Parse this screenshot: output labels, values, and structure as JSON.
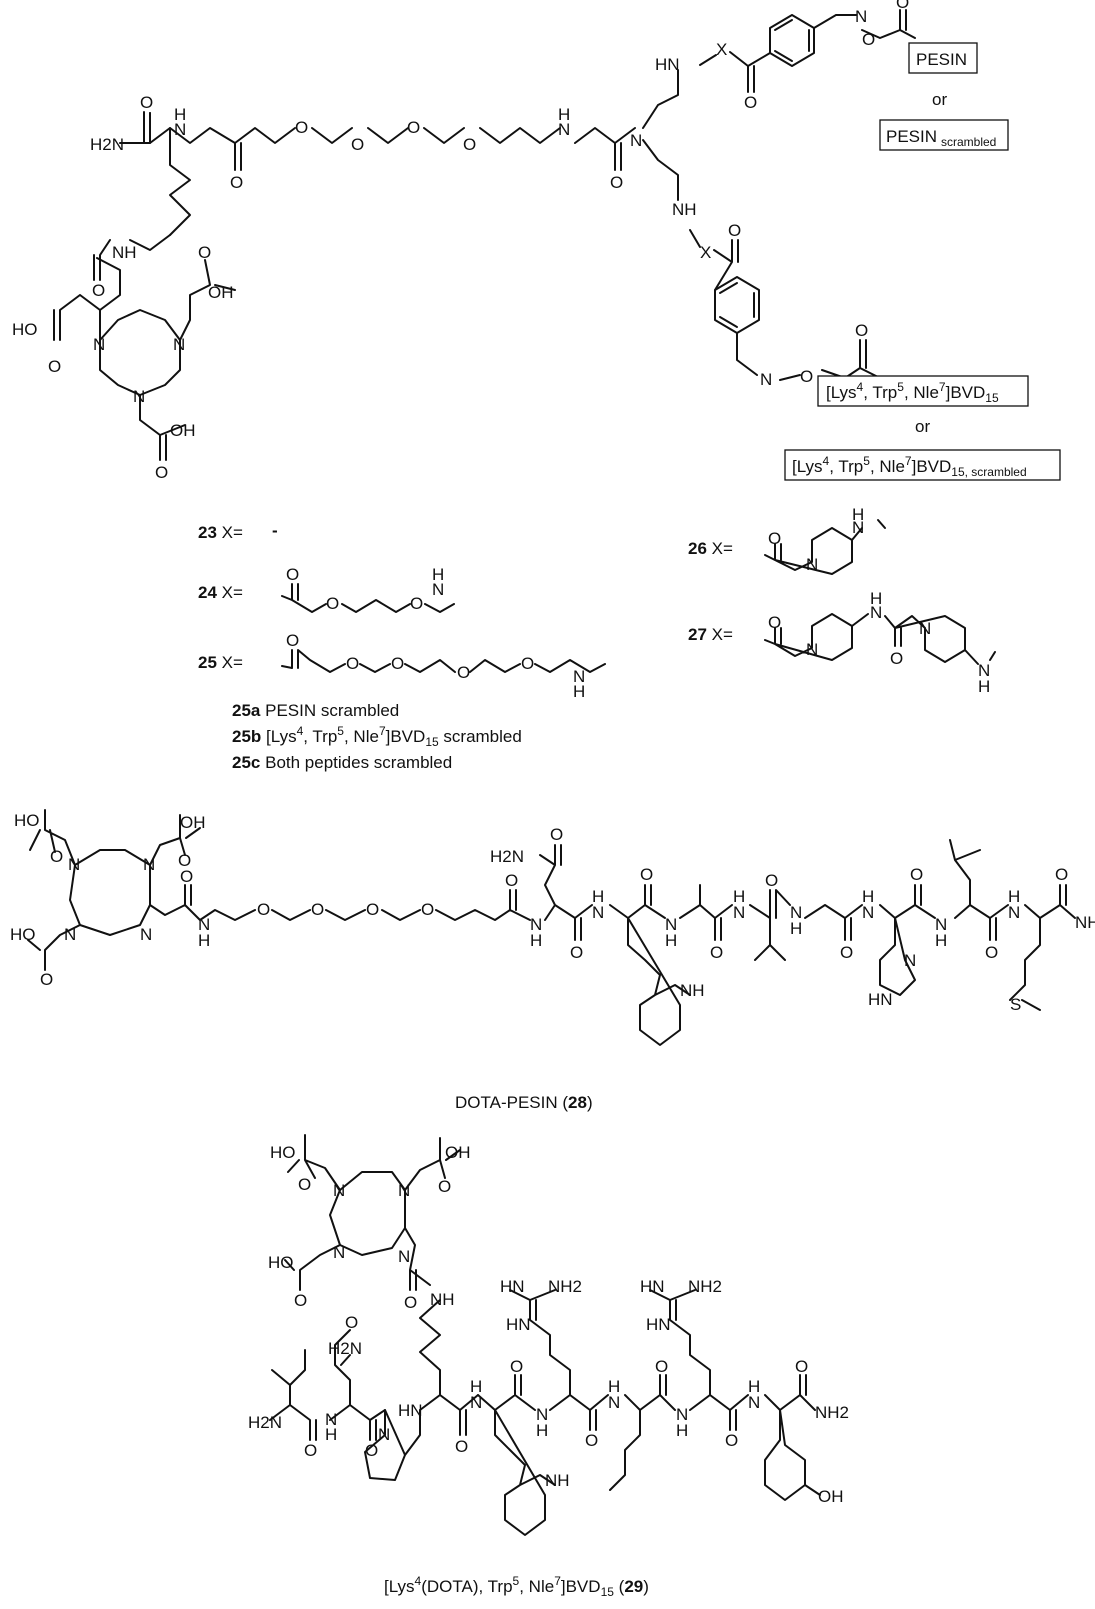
{
  "atoms": {
    "h2n": "H2N",
    "o": "O",
    "n": "N",
    "nh": "NH",
    "hn": "HN",
    "oh": "OH",
    "ho": "HO",
    "x": "X",
    "s": "S",
    "h": "H",
    "nh2": "NH2"
  },
  "top_boxes": {
    "pesin": "PESIN",
    "or": "or",
    "pesin_scrambled_main": "PESIN",
    "pesin_scrambled_sub": "scrambled",
    "bvd_part1": "[Lys",
    "bvd_sup4": "4",
    "bvd_part2": ", Trp",
    "bvd_sup5": "5",
    "bvd_part3": ", Nle",
    "bvd_sup7": "7",
    "bvd_part4": "]BVD",
    "bvd_sub15": "15",
    "bvd_sub15_scr": "15, scrambled"
  },
  "variants": {
    "v23": "23",
    "v24": "24",
    "v25": "25",
    "v26": "26",
    "v27": "27",
    "x_eq": "X=",
    "dash": "-"
  },
  "notes": {
    "n25a_id": "25a",
    "n25a_text": "PESIN scrambled",
    "n25b_id": "25b",
    "n25b_text_a": "[Lys",
    "n25b_text_b": "scrambled",
    "n25c_id": "25c",
    "n25c_text": "Both peptides scrambled"
  },
  "captions": {
    "c28_pre": "DOTA-PESIN (",
    "c28_num": "28",
    "c28_post": ")",
    "c29_pre": "[Lys",
    "c29_mid": "(DOTA), Trp",
    "c29_num": "29"
  }
}
